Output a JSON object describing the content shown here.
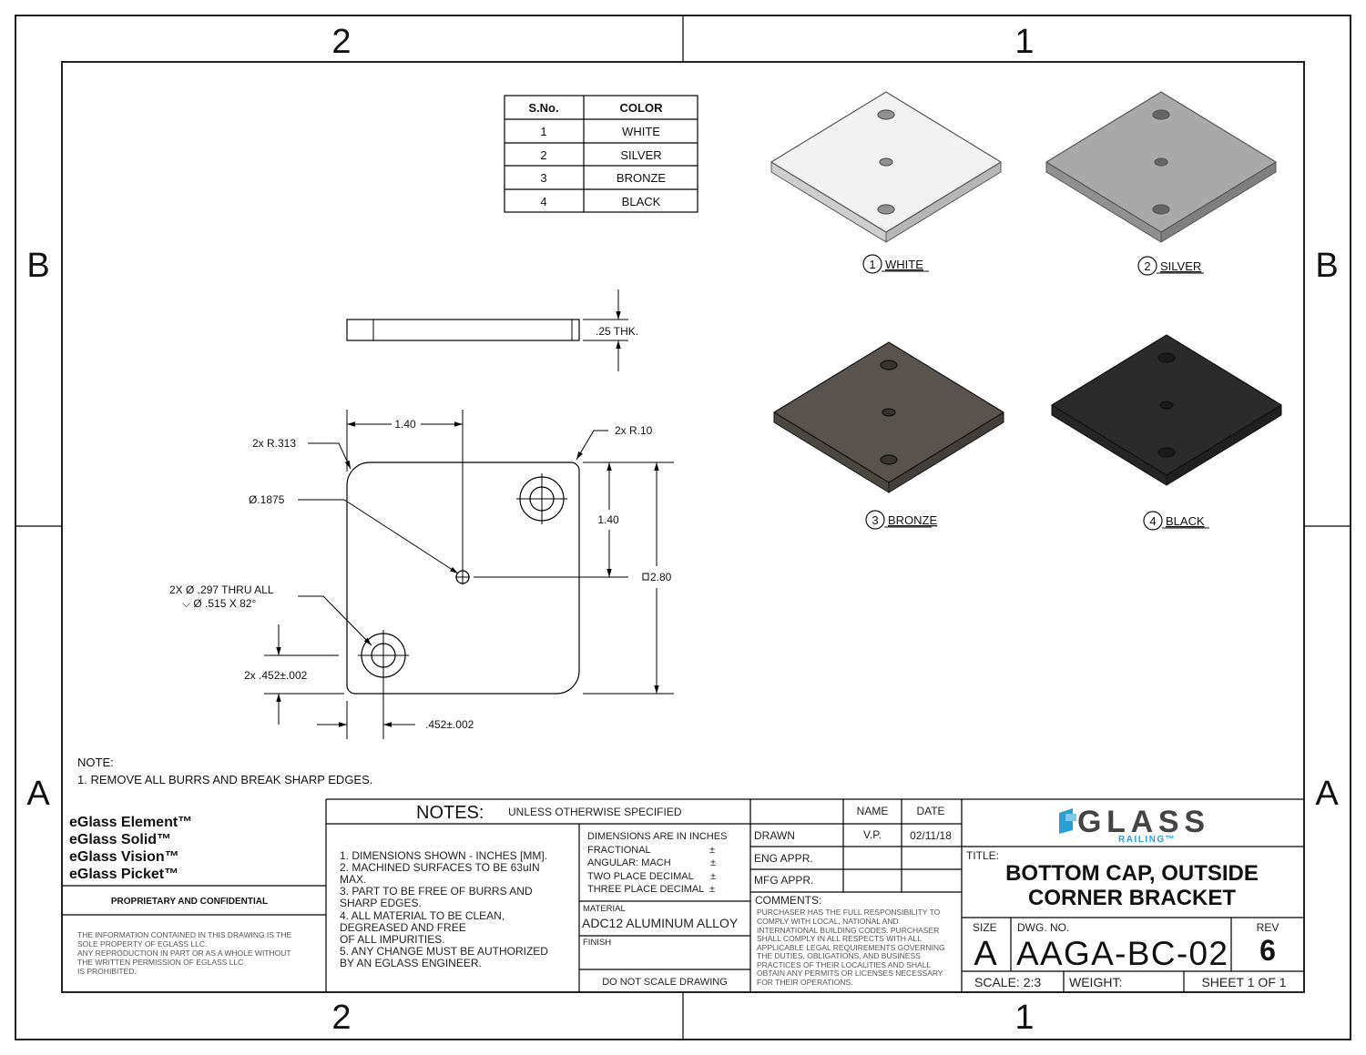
{
  "zones": {
    "top": [
      "2",
      "1"
    ],
    "bottom": [
      "2",
      "1"
    ],
    "left": [
      "B",
      "A"
    ],
    "right": [
      "B",
      "A"
    ]
  },
  "color_table": {
    "headers": [
      "S.No.",
      "COLOR"
    ],
    "rows": [
      [
        "1",
        "WHITE"
      ],
      [
        "2",
        "SILVER"
      ],
      [
        "3",
        "BRONZE"
      ],
      [
        "4",
        "BLACK"
      ]
    ]
  },
  "views": [
    {
      "num": "1",
      "label": "WHITE",
      "color": "#f2f2f2"
    },
    {
      "num": "2",
      "label": "SILVER",
      "color": "#a9a9a9"
    },
    {
      "num": "3",
      "label": "BRONZE",
      "color": "#5a534d"
    },
    {
      "num": "4",
      "label": "BLACK",
      "color": "#2b2b2b"
    }
  ],
  "dimensions": {
    "thickness": ".25 THK.",
    "width_to_center": "1.40",
    "height_to_center": "1.40",
    "overall": "2.80",
    "big_radius": "2x R.313",
    "small_radius": "2x R.10",
    "center_hole": "Ø.1875",
    "mount_holes_1": "2X Ø .297 THRU ALL",
    "mount_holes_2": "⌵ Ø .515 X 82°",
    "hole_offset_y": "2x .452±.002",
    "hole_offset_x": ".452±.002"
  },
  "note": {
    "title": "NOTE:",
    "items": [
      "1. REMOVE ALL BURRS AND BREAK SHARP EDGES."
    ]
  },
  "products": [
    "eGlass Element™",
    "eGlass Solid™",
    "eGlass Vision™",
    "eGlass Picket™"
  ],
  "proprietary": {
    "title": "PROPRIETARY AND CONFIDENTIAL",
    "lines": [
      "THE INFORMATION CONTAINED IN THIS DRAWING IS THE",
      "SOLE PROPERTY OF EGLASS LLC.",
      "ANY REPRODUCTION IN PART OR AS A WHOLE WITHOUT",
      "THE WRITTEN PERMISSION OF EGLASS LLC",
      "IS PROHIBITED."
    ]
  },
  "notes_block": {
    "title": "NOTES:",
    "subtitle": "UNLESS OTHERWISE SPECIFIED",
    "items": [
      "1. DIMENSIONS SHOWN - INCHES [MM].",
      "2. MACHINED SURFACES TO BE 63uIN",
      "MAX.",
      "3. PART TO BE FREE OF BURRS AND",
      "SHARP EDGES.",
      "4. ALL MATERIAL TO BE CLEAN,",
      "DEGREASED AND FREE",
      "OF ALL IMPURITIES.",
      "5. ANY CHANGE MUST BE AUTHORIZED",
      "BY AN EGLASS ENGINEER."
    ]
  },
  "tolerances": {
    "heading": "DIMENSIONS ARE IN INCHES",
    "rows": [
      "FRACTIONAL",
      "ANGULAR: MACH",
      "TWO PLACE DECIMAL",
      "THREE PLACE DECIMAL"
    ],
    "sign": "±"
  },
  "material": {
    "label": "MATERIAL",
    "value": "ADC12 ALUMINUM ALLOY"
  },
  "finish": {
    "label": "FINISH",
    "value": ""
  },
  "do_not_scale": "DO NOT SCALE DRAWING",
  "approvals": {
    "headers": [
      "NAME",
      "DATE"
    ],
    "rows": [
      [
        "DRAWN",
        "V.P.",
        "02/11/18"
      ],
      [
        "ENG APPR.",
        "",
        ""
      ],
      [
        "MFG APPR.",
        "",
        ""
      ]
    ]
  },
  "comments": {
    "label": "COMMENTS:",
    "lines": [
      "PURCHASER HAS THE FULL RESPONSIBILITY TO",
      "COMPLY WITH LOCAL, NATIONAL AND",
      "INTERNATIONAL BUILDING CODES. PURCHASER",
      "SHALL COMPLY IN ALL RESPECTS WITH ALL",
      "APPLICABLE LEGAL REQUIREMENTS GOVERNING",
      "THE DUTIES, OBLIGATIONS, AND BUSINESS",
      "PRACTICES OF THEIR LOCALITIES AND SHALL",
      "OBTAIN ANY PERMITS OR LICENSES NECESSARY",
      "FOR THEIR OPERATIONS."
    ]
  },
  "logo": {
    "word": "GLASS",
    "sub": "RAILING™",
    "accent": "#2a9fd6"
  },
  "title": {
    "label": "TITLE:",
    "line1": "BOTTOM CAP, OUTSIDE",
    "line2": "CORNER BRACKET"
  },
  "size": {
    "label": "SIZE",
    "value": "A"
  },
  "dwg": {
    "label": "DWG.  NO.",
    "value": "AAGA-BC-02"
  },
  "rev": {
    "label": "REV",
    "value": "6"
  },
  "scale": "SCALE: 2:3",
  "weight": "WEIGHT:",
  "sheet": "SHEET 1 OF 1"
}
